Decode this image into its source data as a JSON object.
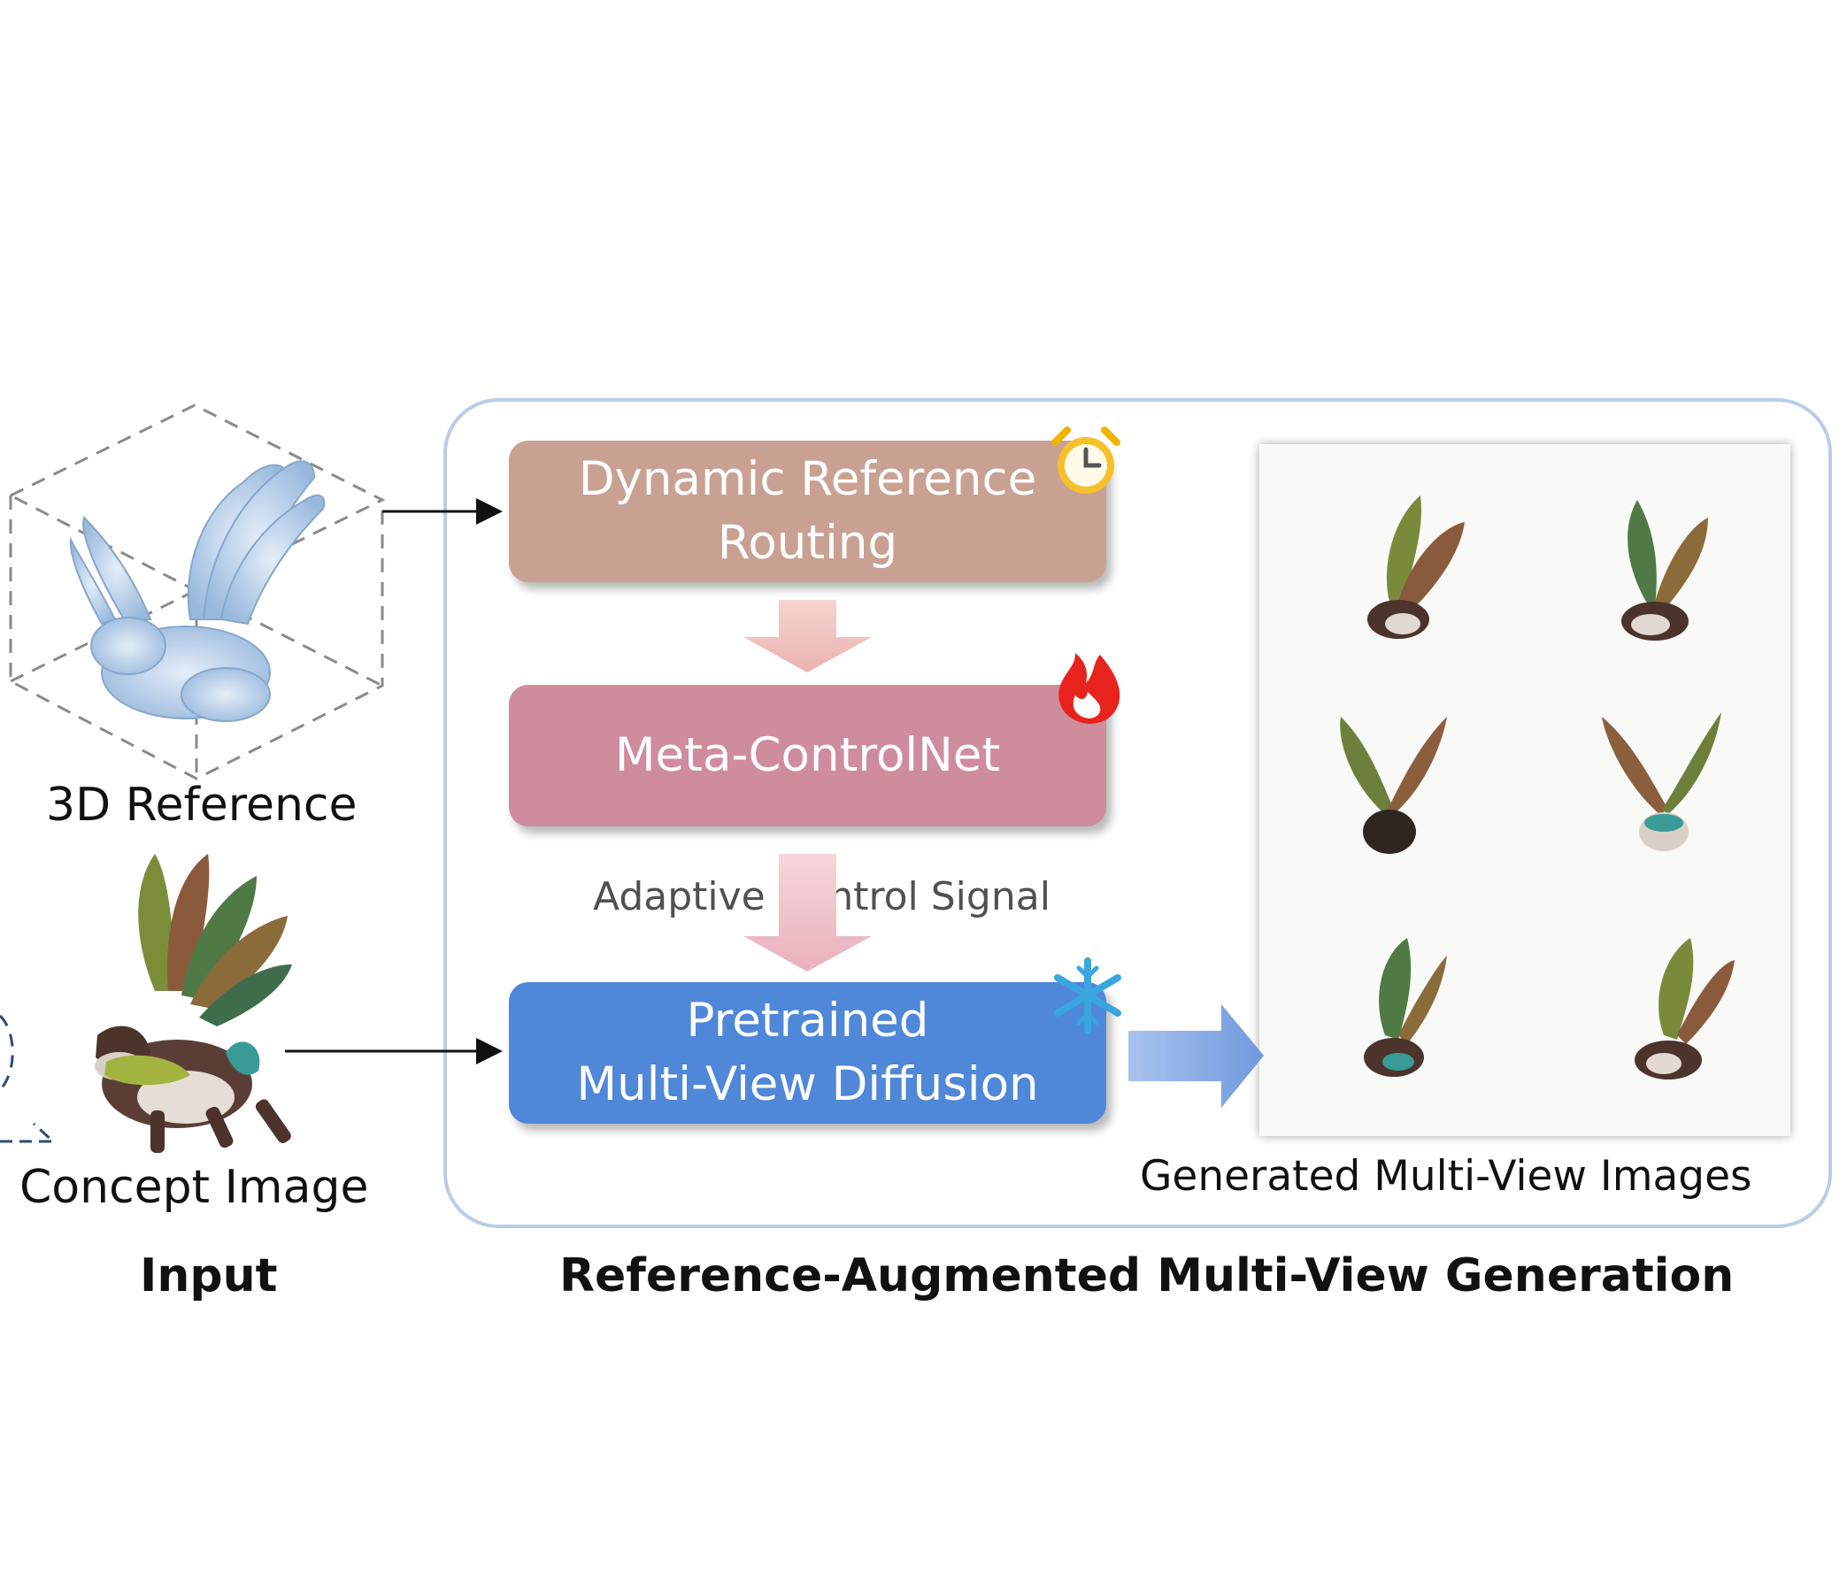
{
  "inputs": {
    "reference_label": "3D Reference",
    "concept_label": "Concept Image",
    "section_title": "Input"
  },
  "pipeline": {
    "routing_line1": "Dynamic Reference",
    "routing_line2": "Routing",
    "controlnet": "Meta-ControlNet",
    "signal": "Adaptive Control Signal",
    "diffusion_line1": "Pretrained",
    "diffusion_line2": "Multi-View Diffusion",
    "section_title": "Reference-Augmented Multi-View Generation"
  },
  "output": {
    "label": "Generated Multi-View Images"
  },
  "icons": {
    "routing": "alarm-clock-icon",
    "controlnet": "fire-icon",
    "diffusion": "snowflake-icon"
  },
  "colors": {
    "routing_box": "#c9a193",
    "controlnet_box": "#cf8c9c",
    "diffusion_box": "#4f87d9",
    "frame_border": "#b9cdea",
    "down_arrow": "#f1c6c2",
    "output_arrow": "#86a9e3"
  }
}
